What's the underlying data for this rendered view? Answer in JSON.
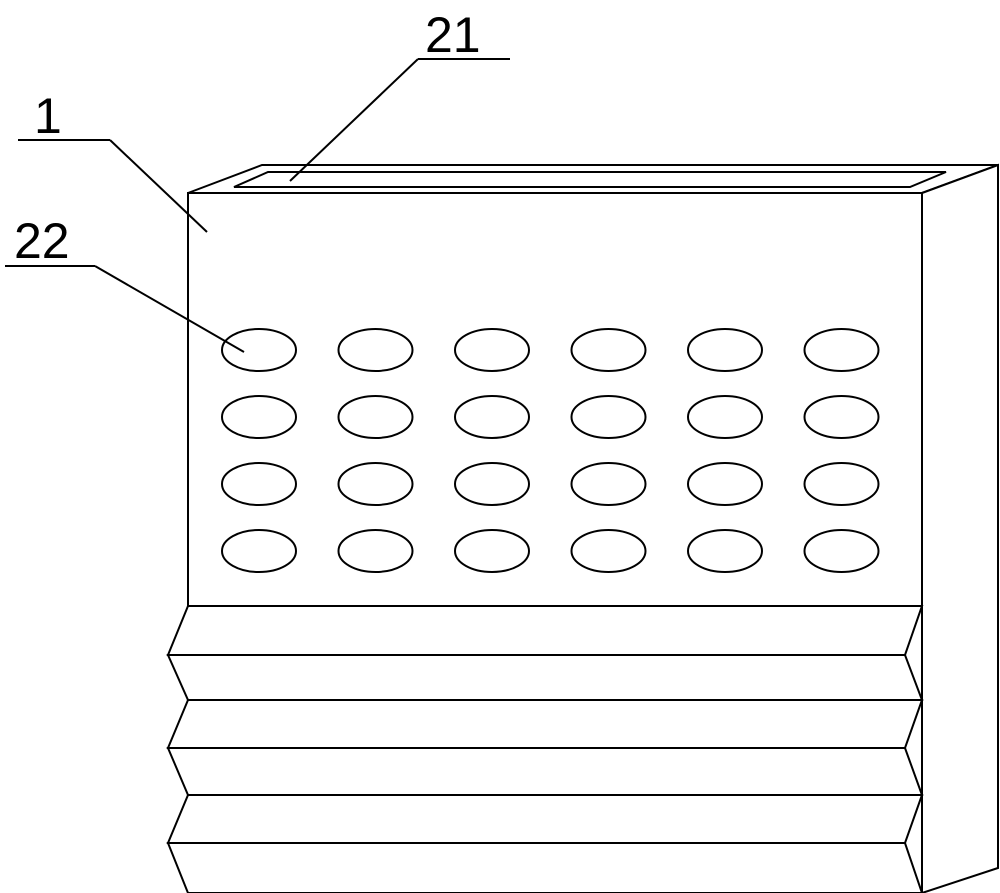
{
  "labels": {
    "body": "1",
    "slot": "21",
    "holes": "22"
  },
  "hole_grid": {
    "rows": 4,
    "columns": 6
  },
  "colors": {
    "stroke": "#000000",
    "background": "#ffffff"
  }
}
